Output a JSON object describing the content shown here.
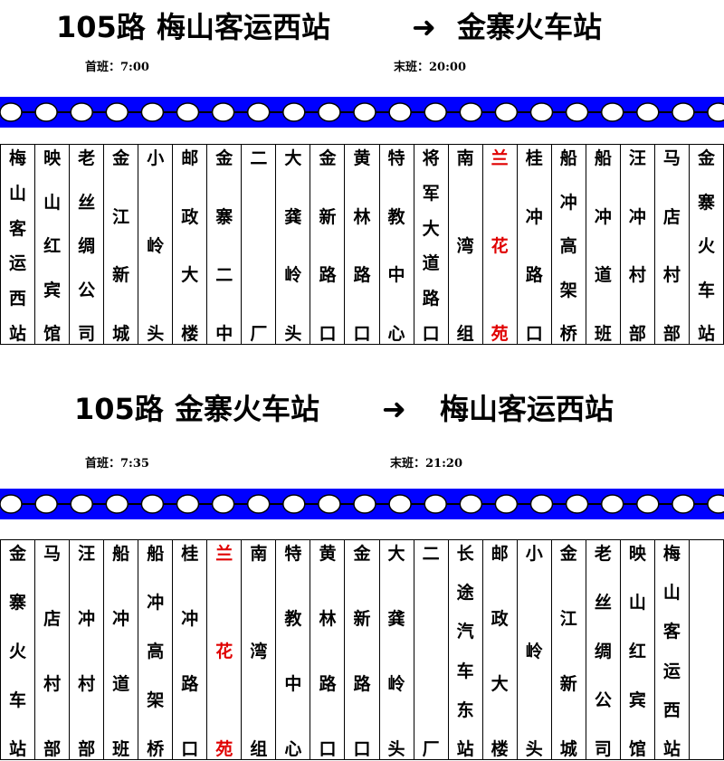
{
  "routes": [
    {
      "title_route": "105路",
      "title_from": "梅山客运西站",
      "title_arrow": "➜",
      "title_to": "金寨火车站",
      "first_label": "首班：",
      "first_time": "7:00",
      "last_label": "末班：",
      "last_time": "20:00",
      "stops": [
        "梅山客运西站",
        "映山红宾馆",
        "老丝绸公司",
        "金江新城",
        "小岭头",
        "邮政大楼",
        "金寨二中",
        "二厂",
        "大龚岭头",
        "金新路口",
        "黄林路口",
        "特教中心",
        "将军大道路口",
        "南湾组",
        "兰花苑",
        "桂冲路口",
        "船冲高架桥",
        "船冲道班",
        "汪冲村部",
        "马店村部",
        "金寨火车站"
      ],
      "highlight_stop": "兰花苑",
      "highlight_color": "#e00000"
    },
    {
      "title_route": "105路",
      "title_from": "金寨火车站",
      "title_arrow": "➜",
      "title_to": "梅山客运西站",
      "first_label": "首班：",
      "first_time": "7:35",
      "last_label": "末班：",
      "last_time": "21:20",
      "stops": [
        "金寨火车站",
        "马店村部",
        "汪冲村部",
        "船冲道班",
        "船冲高架桥",
        "桂冲路口",
        "兰花苑",
        "南湾组",
        "特教中心",
        "黄林路口",
        "金新路口",
        "大龚岭头",
        "二厂",
        "长途汽车东站",
        "邮政大楼",
        "小岭头",
        "金江新城",
        "老丝绸公司",
        "映山红宾馆",
        "梅山客运西站",
        ""
      ],
      "highlight_stop": "兰花苑",
      "highlight_color": "#e00000"
    }
  ],
  "colors": {
    "band": "#0000ff",
    "circle": "#ffffff",
    "text": "#000000"
  }
}
